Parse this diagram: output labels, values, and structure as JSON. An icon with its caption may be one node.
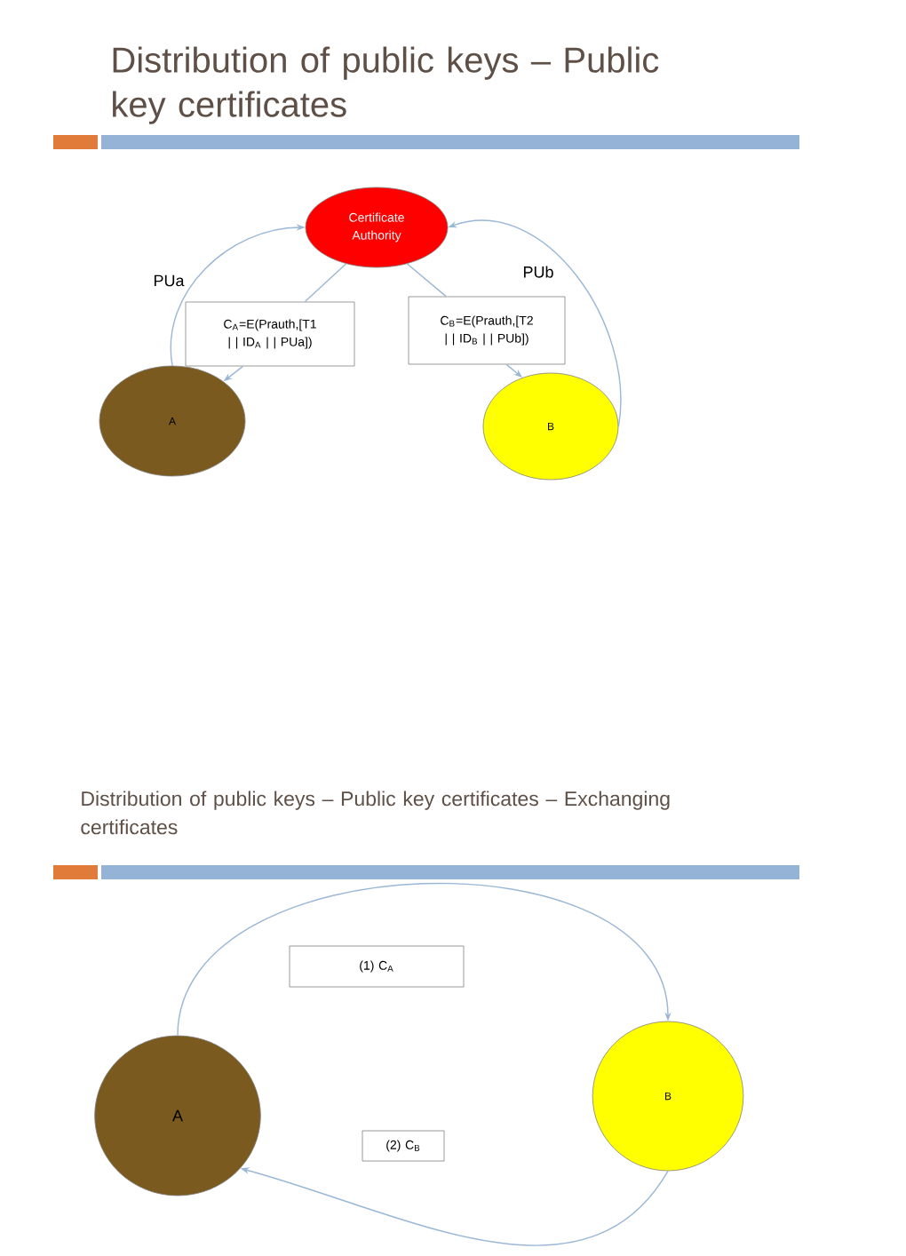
{
  "diagram": {
    "title": "Distribution of public keys – Public key certificates",
    "nodes": [
      {
        "text": [
          "Certificate Authority"
        ]
      },
      {
        "text": [
          "A"
        ]
      },
      {
        "text": [
          "B"
        ]
      },
      {
        "text": [
          "C$_{A}$=E(Prauth,[T1 | | ID$_{A}$ | | PUa])"
        ]
      },
      {
        "text": [
          "C$_{B}$=E(Prauth,[T2 | | ID$_{B}$ | | PUb])"
        ]
      },
      {
        "text": [
          "A"
        ]
      },
      {
        "text": [
          "B"
        ]
      },
      {
        "text": [
          "(1) C$_{A}$"
        ]
      },
      {
        "text": [
          "(2) C$_{B}$"
        ]
      }
    ],
    "edges": [
      {
        "from": 1,
        "to": 0,
        "arrow": "to",
        "label": "PUa"
      },
      {
        "from": 2,
        "to": 0,
        "arrow": "to",
        "label": "PUb"
      },
      {
        "from": 0,
        "to": 3,
        "arrow": "none"
      },
      {
        "from": 3,
        "to": 1,
        "arrow": "to"
      },
      {
        "from": 0,
        "to": 4,
        "arrow": "none"
      },
      {
        "from": 4,
        "to": 2,
        "arrow": "to"
      },
      {
        "from": 5,
        "to": 6,
        "arrow": "to"
      },
      {
        "from": 6,
        "to": 5,
        "arrow": "to"
      }
    ],
    "labels": [
      "Distribution of public keys – Public key certificates – Exchanging certificates"
    ]
  }
}
